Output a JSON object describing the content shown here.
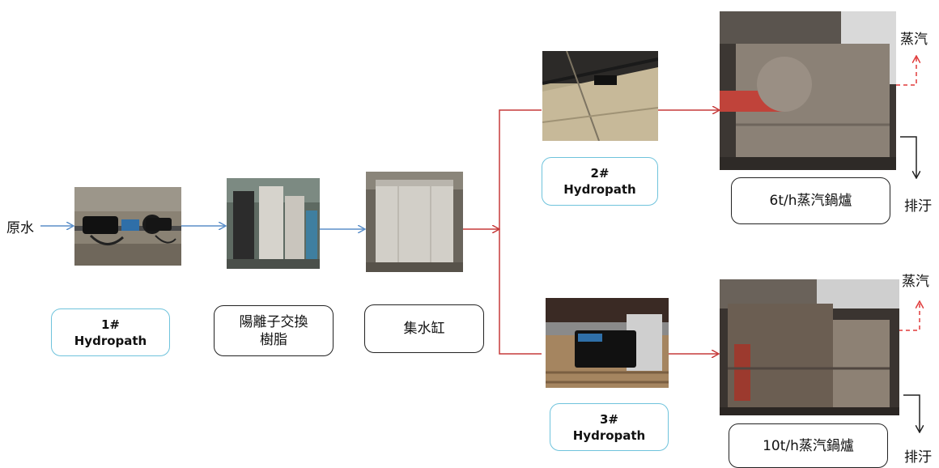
{
  "labels": {
    "raw_water": "原水",
    "steam_top": "蒸汽",
    "discharge_top": "排汙",
    "steam_bottom": "蒸汽",
    "discharge_bottom": "排汙"
  },
  "boxes": {
    "hp1": {
      "line1": "1#",
      "line2": "Hydropath"
    },
    "hp2": {
      "line1": "2#",
      "line2": "Hydropath"
    },
    "hp3": {
      "line1": "3#",
      "line2": "Hydropath"
    },
    "resin": {
      "line1": "陽離子交換",
      "line2": "樹脂"
    },
    "tank": {
      "line1": "集水缸"
    },
    "boiler6": {
      "line1": "6t/h蒸汽鍋爐"
    },
    "boiler10": {
      "line1": "10t/h蒸汽鍋爐"
    }
  },
  "colors": {
    "blue_arrow": "#5b8fc9",
    "red_arrow": "#c63a3a",
    "box_blue_border": "#6fc3dc",
    "box_black_border": "#222222"
  }
}
